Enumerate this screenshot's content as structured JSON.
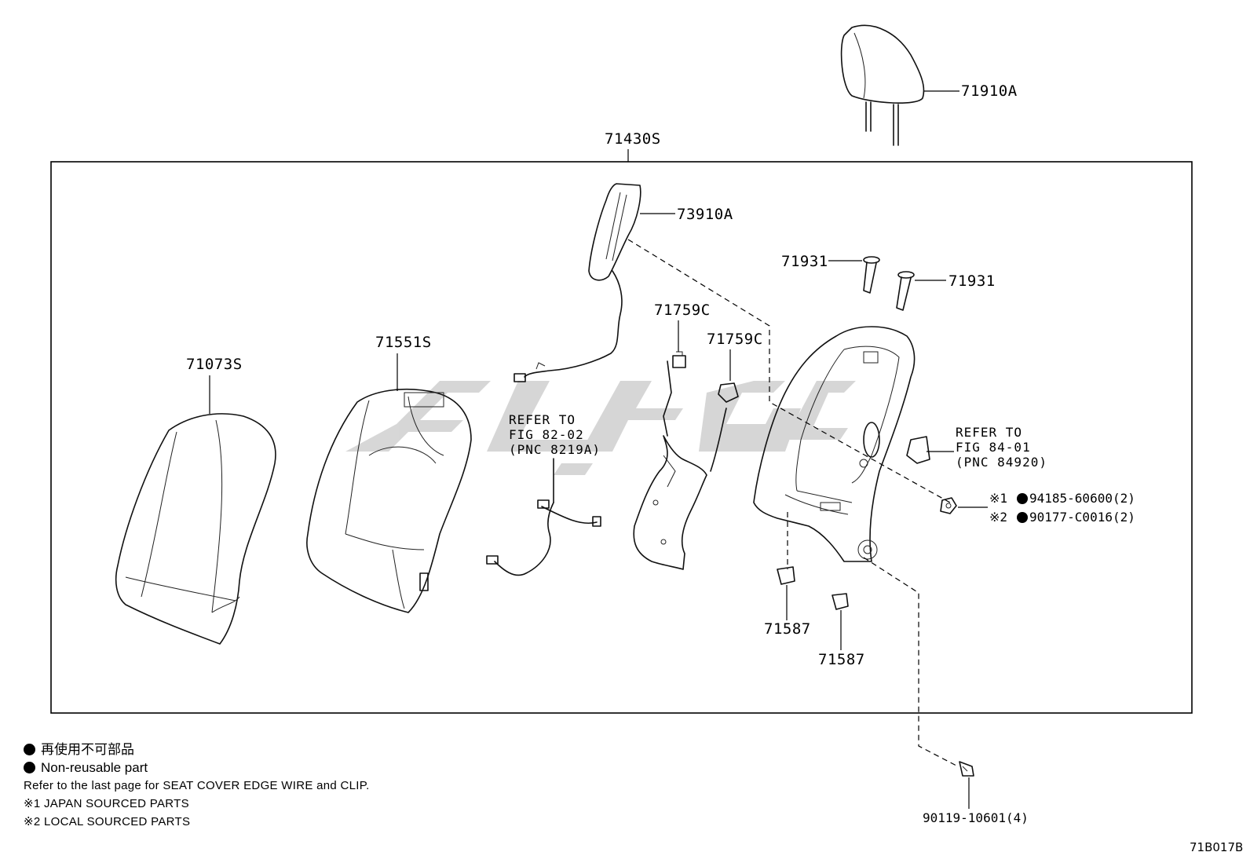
{
  "assembly": {
    "label": "71430S"
  },
  "parts": {
    "headrest": "71910A",
    "airbag": "73910A",
    "pad": "71073S",
    "cover": "71551S",
    "clip_left": "71759C",
    "clip_right": "71759C",
    "pin_left": "71931",
    "pin_right": "71931",
    "fastener_left": "71587",
    "fastener_right": "71587",
    "bolt": "90119-10601(4)"
  },
  "refs": {
    "harness": [
      "REFER TO",
      "FIG 82-02",
      "(PNC 8219A)"
    ],
    "frame": [
      "REFER TO",
      "FIG 84-01",
      "(PNC 84920)"
    ]
  },
  "nuts": [
    {
      "prefix": "※1",
      "number": "94185-60600(2)"
    },
    {
      "prefix": "※2",
      "number": "90177-C0016(2)"
    }
  ],
  "legend": {
    "line1": "再使用不可部品",
    "line2": "Non-reusable part",
    "line3": "Refer to the last page for SEAT COVER EDGE WIRE and CLIP.",
    "line4": "※1 JAPAN SOURCED PARTS",
    "line5": "※2 LOCAL SOURCED PARTS"
  },
  "figure_code": "71B017B"
}
